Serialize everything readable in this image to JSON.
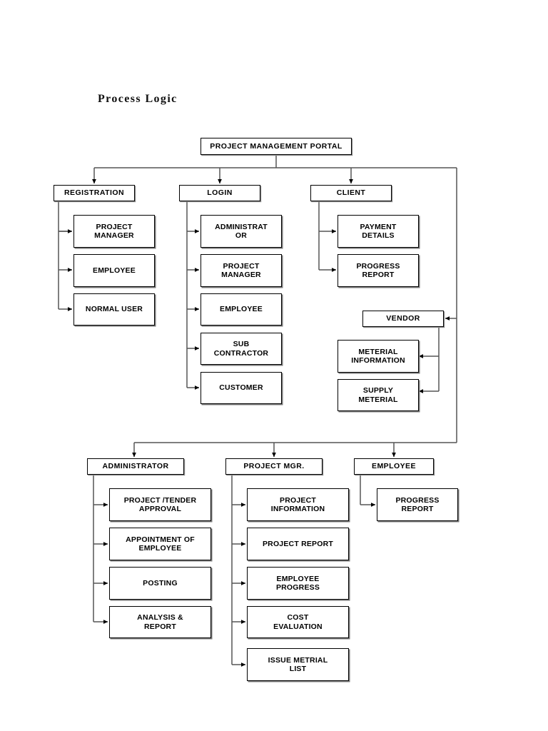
{
  "title": "Process Logic",
  "colors": {
    "stroke": "#000000",
    "fill": "#ffffff",
    "shadow": "#7a7a7a",
    "text": "#000000"
  },
  "root": {
    "label": "PROJECT MANAGEMENT PORTAL"
  },
  "branches": {
    "registration": {
      "label": "REGISTRATION",
      "children": [
        {
          "label": "PROJECT\nMANAGER"
        },
        {
          "label": "EMPLOYEE"
        },
        {
          "label": "NORMAL USER"
        }
      ]
    },
    "login": {
      "label": "LOGIN",
      "children": [
        {
          "label": "ADMINISTRAT\nOR"
        },
        {
          "label": "PROJECT\nMANAGER"
        },
        {
          "label": "EMPLOYEE"
        },
        {
          "label": "SUB\nCONTRACTOR"
        },
        {
          "label": "CUSTOMER"
        }
      ]
    },
    "client": {
      "label": "CLIENT",
      "children": [
        {
          "label": "PAYMENT\nDETAILS"
        },
        {
          "label": "PROGRESS\nREPORT"
        }
      ]
    },
    "vendor": {
      "label": "VENDOR",
      "children": [
        {
          "label": "METERIAL\nINFORMATION"
        },
        {
          "label": "SUPPLY\nMETERIAL"
        }
      ]
    },
    "administrator": {
      "label": "ADMINISTRATOR",
      "children": [
        {
          "label": "PROJECT /TENDER\nAPPROVAL"
        },
        {
          "label": "APPOINTMENT OF\nEMPLOYEE"
        },
        {
          "label": "POSTING"
        },
        {
          "label": "ANALYSIS &\nREPORT"
        }
      ]
    },
    "project_mgr": {
      "label": "PROJECT MGR.",
      "children": [
        {
          "label": "PROJECT\nINFORMATION"
        },
        {
          "label": "PROJECT REPORT"
        },
        {
          "label": "EMPLOYEE\nPROGRESS"
        },
        {
          "label": "COST\nEVALUATION"
        },
        {
          "label": "ISSUE METRIAL\nLIST"
        }
      ]
    },
    "employee": {
      "label": "EMPLOYEE",
      "children": [
        {
          "label": "PROGRESS\nREPORT"
        }
      ]
    }
  }
}
